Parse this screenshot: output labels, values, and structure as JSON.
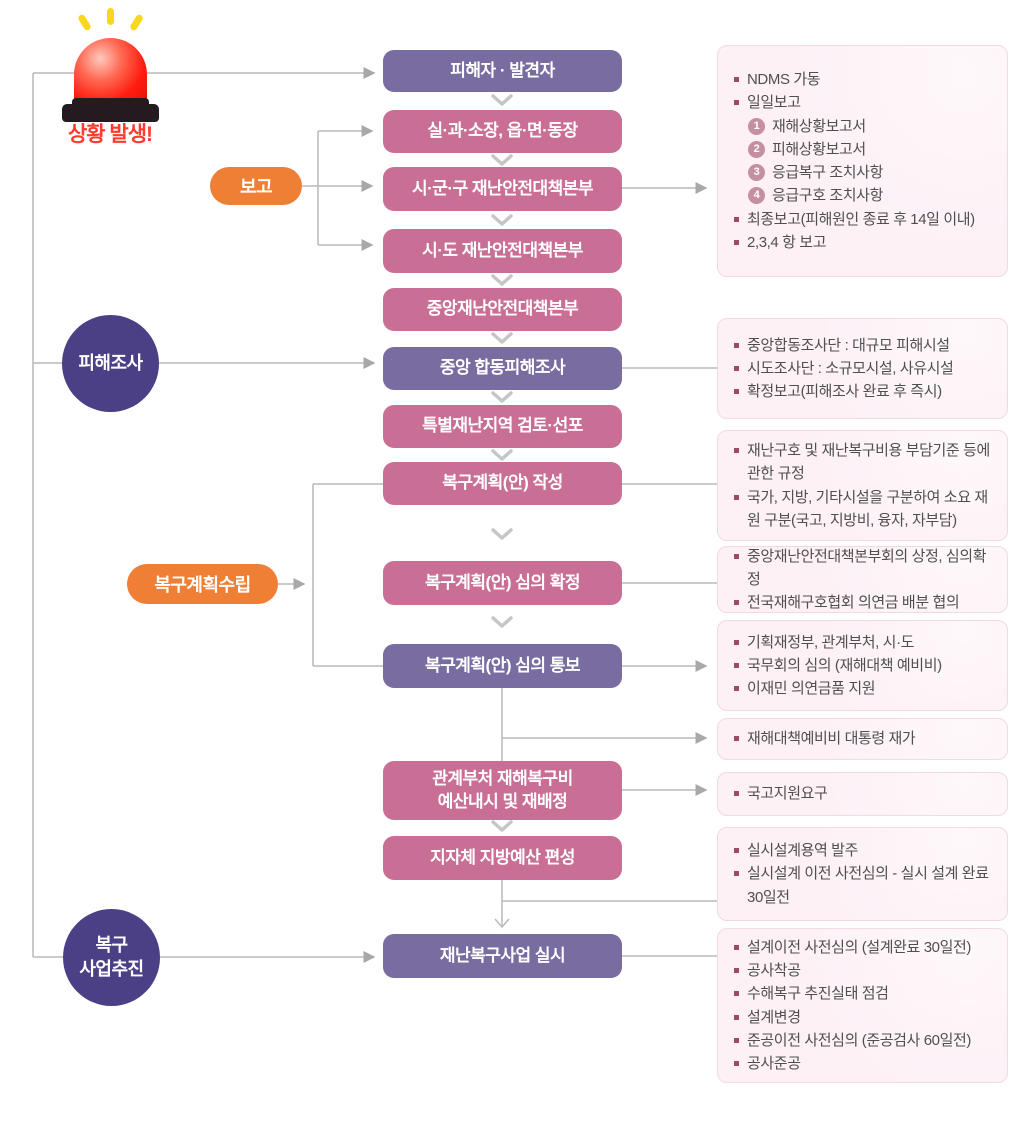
{
  "alert": {
    "label": "상황 발생!"
  },
  "badges": {
    "report": "보고",
    "recovery_plan": "복구계획수립"
  },
  "stages": {
    "damage_survey": "피해조사",
    "recovery_project": "복구\n사업추진"
  },
  "flow": {
    "boxes": [
      {
        "label": "피해자 · 발견자",
        "variant": "purple"
      },
      {
        "label": "실·과·소장, 읍·면·동장",
        "variant": "pink"
      },
      {
        "label": "시·군·구 재난안전대책본부",
        "variant": "pink"
      },
      {
        "label": "시·도 재난안전대책본부",
        "variant": "pink"
      },
      {
        "label": "중앙재난안전대책본부",
        "variant": "pink"
      },
      {
        "label": "중앙 합동피해조사",
        "variant": "purple"
      },
      {
        "label": "특별재난지역 검토·선포",
        "variant": "pink"
      },
      {
        "label": "복구계획(안) 작성",
        "variant": "pink"
      },
      {
        "label": "복구계획(안) 심의 확정",
        "variant": "pink"
      },
      {
        "label": "복구계획(안) 심의 통보",
        "variant": "purple"
      },
      {
        "label": "관계부처 재해복구비\n예산내시 및 재배정",
        "variant": "pink"
      },
      {
        "label": "지자체 지방예산 편성",
        "variant": "pink"
      },
      {
        "label": "재난복구사업 실시",
        "variant": "purple"
      }
    ]
  },
  "info_panels": [
    {
      "items": [
        {
          "marker": "square",
          "text": "NDMS 가동"
        },
        {
          "marker": "square",
          "text": "일일보고"
        },
        {
          "marker": "1",
          "text": "재해상황보고서"
        },
        {
          "marker": "2",
          "text": "피해상황보고서"
        },
        {
          "marker": "3",
          "text": "응급복구 조치사항"
        },
        {
          "marker": "4",
          "text": "응급구호 조치사항"
        },
        {
          "marker": "square",
          "text": "최종보고(피해원인 종료 후 14일 이내)"
        },
        {
          "marker": "square",
          "text": "2,3,4 항 보고"
        }
      ]
    },
    {
      "items": [
        {
          "marker": "square",
          "text": "중앙합동조사단 : 대규모 피해시설"
        },
        {
          "marker": "square",
          "text": "시도조사단 : 소규모시설, 사유시설"
        },
        {
          "marker": "square",
          "text": "확정보고(피해조사 완료 후 즉시)"
        }
      ]
    },
    {
      "items": [
        {
          "marker": "square",
          "text": "재난구호 및 재난복구비용 부담기준 등에 관한 규정"
        },
        {
          "marker": "square",
          "text": "국가, 지방, 기타시설을 구분하여 소요 재원 구분(국고, 지방비, 융자, 자부담)"
        }
      ]
    },
    {
      "items": [
        {
          "marker": "square",
          "text": "중앙재난안전대책본부회의 상정, 심의확정"
        },
        {
          "marker": "square",
          "text": "전국재해구호협회 의연금 배분 협의"
        }
      ]
    },
    {
      "items": [
        {
          "marker": "square",
          "text": "기획재정부, 관계부처, 시·도"
        },
        {
          "marker": "square",
          "text": "국무회의 심의 (재해대책 예비비)"
        },
        {
          "marker": "square",
          "text": "이재민 의연금품 지원"
        }
      ]
    },
    {
      "items": [
        {
          "marker": "square",
          "text": "재해대책예비비 대통령 재가"
        }
      ]
    },
    {
      "items": [
        {
          "marker": "square",
          "text": "국고지원요구"
        }
      ]
    },
    {
      "items": [
        {
          "marker": "square",
          "text": "실시설계용역 발주"
        },
        {
          "marker": "square",
          "text": "실시설계 이전 사전심의 - 실시 설계 완료 30일전"
        }
      ]
    },
    {
      "items": [
        {
          "marker": "square",
          "text": "설계이전 사전심의 (설계완료 30일전)"
        },
        {
          "marker": "square",
          "text": "공사착공"
        },
        {
          "marker": "square",
          "text": "수해복구 추진실태 점검"
        },
        {
          "marker": "square",
          "text": "설계변경"
        },
        {
          "marker": "square",
          "text": "준공이전 사전심의 (준공검사 60일전)"
        },
        {
          "marker": "square",
          "text": "공사준공"
        }
      ]
    }
  ],
  "colors": {
    "box_purple": "#786CA0",
    "box_pink": "#C96E95",
    "circle_purple": "#4B4085",
    "pill_orange": "#EE7F35",
    "panel_bg": "#FDF1F6",
    "panel_border": "#F2D9E3",
    "bullet": "#9C4A66",
    "number_badge": "#C48FA1",
    "connector_gray": "#B9B9B9",
    "alert_red": "#FF3B2F",
    "panel_text": "#4F4F4F"
  }
}
